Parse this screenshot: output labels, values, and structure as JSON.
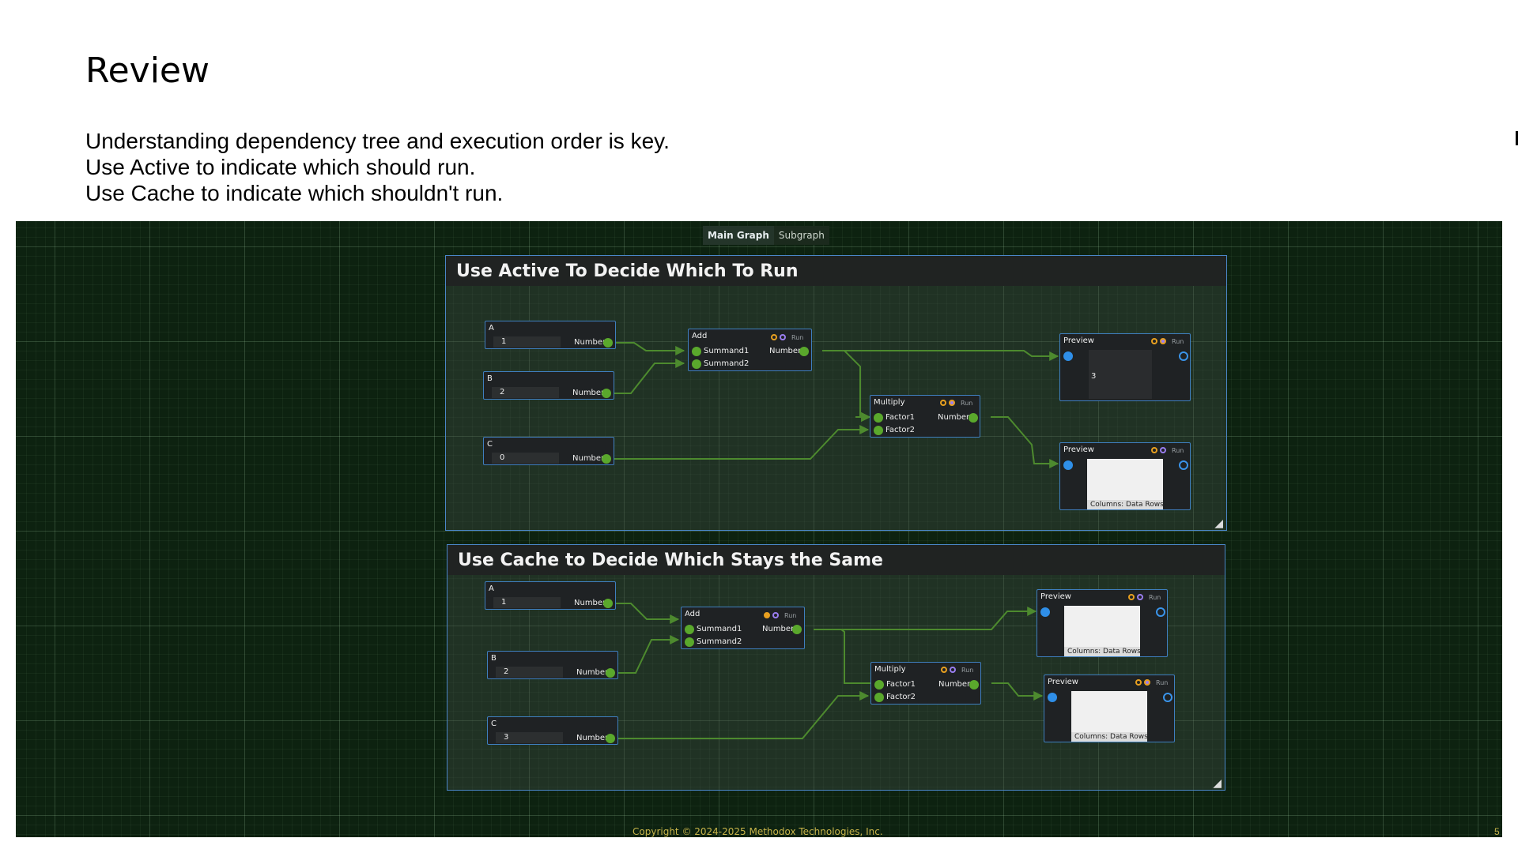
{
  "slide": {
    "title": "Review",
    "bullets": [
      "Understanding dependency tree and execution order is key.",
      "Use Active to indicate which should run.",
      "Use Cache to indicate which shouldn't run."
    ],
    "copyright": "Copyright © 2024-2025 Methodox Technologies, Inc.",
    "page_number": "5"
  },
  "editor": {
    "tabs": [
      {
        "label": "Main Graph",
        "active": true
      },
      {
        "label": "Subgraph",
        "active": false
      }
    ],
    "groups": [
      {
        "title": "Use Active To Decide Which To Run",
        "nodes": {
          "a": {
            "title": "A",
            "value": "1",
            "output": "Number"
          },
          "b": {
            "title": "B",
            "value": "2",
            "output": "Number"
          },
          "c": {
            "title": "C",
            "value": "0",
            "output": "Number"
          },
          "add": {
            "title": "Add",
            "inputs": [
              "Summand1",
              "Summand2"
            ],
            "output": "Number",
            "run": "Run"
          },
          "multiply": {
            "title": "Multiply",
            "inputs": [
              "Factor1",
              "Factor2"
            ],
            "output": "Number",
            "run": "Run"
          },
          "preview1": {
            "title": "Preview",
            "run": "Run",
            "value": "3"
          },
          "preview2": {
            "title": "Preview",
            "run": "Run",
            "footer": "Columns:   Data Rows"
          }
        }
      },
      {
        "title": "Use Cache to Decide Which Stays the Same",
        "nodes": {
          "a": {
            "title": "A",
            "value": "1",
            "output": "Number"
          },
          "b": {
            "title": "B",
            "value": "2",
            "output": "Number"
          },
          "c": {
            "title": "C",
            "value": "3",
            "output": "Number"
          },
          "add": {
            "title": "Add",
            "inputs": [
              "Summand1",
              "Summand2"
            ],
            "output": "Number",
            "run": "Run"
          },
          "multiply": {
            "title": "Multiply",
            "inputs": [
              "Factor1",
              "Factor2"
            ],
            "output": "Number",
            "run": "Run"
          },
          "preview1": {
            "title": "Preview",
            "run": "Run",
            "footer": "Columns:   Data Rows"
          },
          "preview2": {
            "title": "Preview",
            "run": "Run",
            "footer": "Columns:   Data Rows"
          }
        }
      }
    ]
  },
  "colors": {
    "canvas": "#0d2210",
    "group_border": "#4a86c8",
    "pin_green": "#5aa82c",
    "wire": "#4d8a2e",
    "status_orange": "#e8a020",
    "status_purple": "#9a7ef0"
  }
}
